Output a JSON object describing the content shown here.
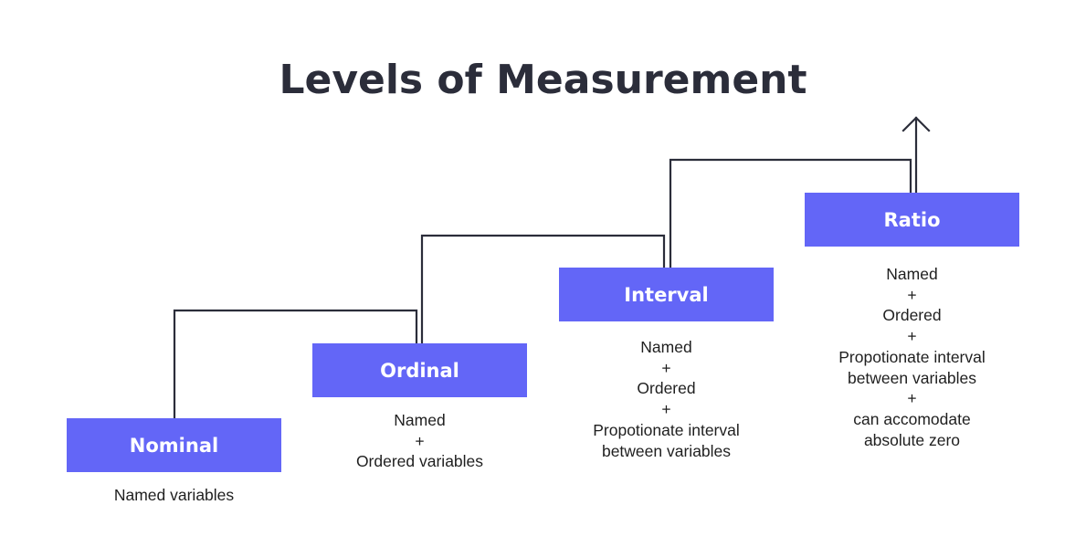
{
  "title": "Levels of Measurement",
  "colors": {
    "box_fill": "#6366f7",
    "box_text": "#ffffff",
    "connector": "#2b2d3a",
    "title": "#2b2d3a"
  },
  "levels": [
    {
      "label": "Nominal",
      "description": [
        "Named variables"
      ]
    },
    {
      "label": "Ordinal",
      "description": [
        "Named",
        "+",
        "Ordered variables"
      ]
    },
    {
      "label": "Interval",
      "description": [
        "Named",
        "+",
        "Ordered",
        "+",
        "Propotionate interval",
        "between variables"
      ]
    },
    {
      "label": "Ratio",
      "description": [
        "Named",
        "+",
        "Ordered",
        "+",
        "Propotionate interval",
        "between variables",
        "+",
        "can accomodate",
        "absolute zero"
      ]
    }
  ],
  "icons": {
    "arrow": "up-arrow-icon"
  }
}
